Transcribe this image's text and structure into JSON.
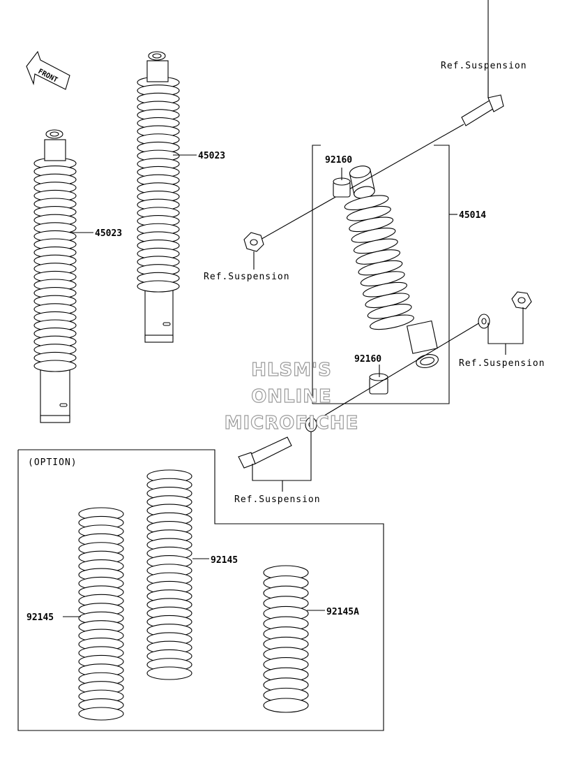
{
  "front_marker": {
    "label": "FRONT"
  },
  "watermark": {
    "line1": "HLSM'S",
    "line2": "ONLINE",
    "line3": "MICROFICHE"
  },
  "option_box": {
    "label": "(OPTION)"
  },
  "labels": {
    "shock_left": "45023",
    "shock_mid": "45023",
    "shock_assembly": "45014",
    "bushing_top": "92160",
    "bushing_bottom": "92160",
    "spring_left": "92145",
    "spring_mid": "92145",
    "spring_right": "92145A",
    "ref_top_right": "Ref.Suspension",
    "ref_mid_left": "Ref.Suspension",
    "ref_mid_right": "Ref.Suspension",
    "ref_bottom": "Ref.Suspension"
  }
}
